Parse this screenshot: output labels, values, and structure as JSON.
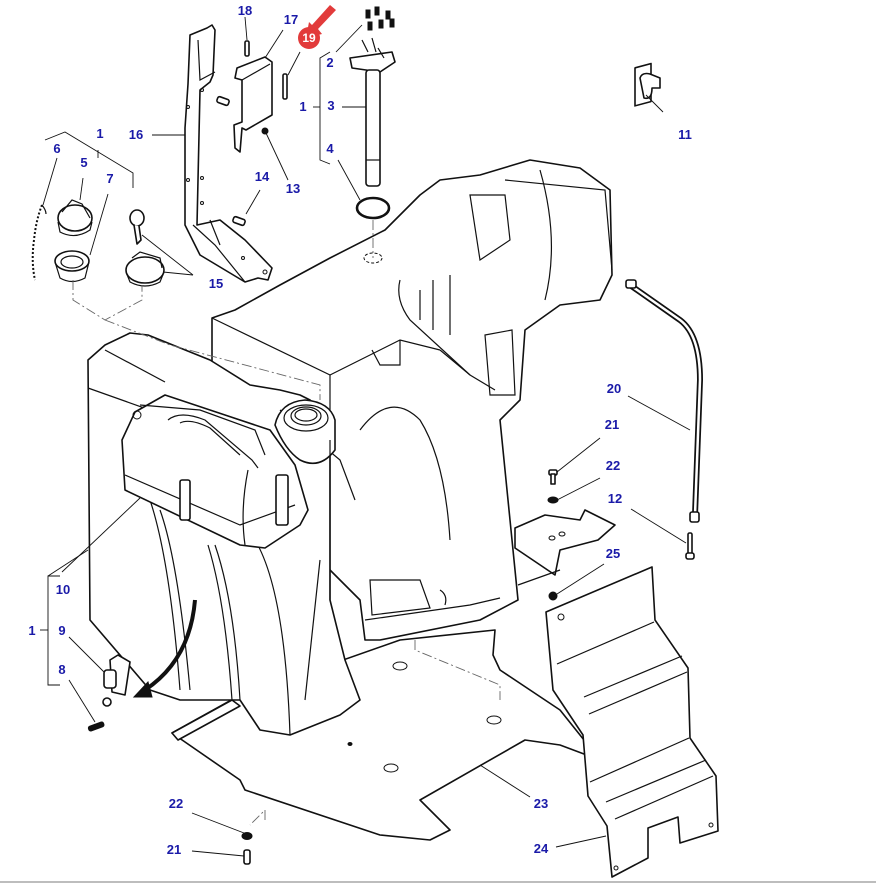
{
  "diagram": {
    "type": "exploded-parts-diagram",
    "subject": "Fuel tank assembly with sender unit, caps, brackets, strap and floor plates",
    "label_color": "#1a1aa8",
    "highlight_color": "#e23b3b",
    "highlighted_part": "19",
    "callouts": {
      "c1a": "1",
      "c1b": "1",
      "c1c": "1",
      "c2": "2",
      "c3": "3",
      "c4": "4",
      "c5": "5",
      "c6": "6",
      "c7": "7",
      "c8": "8",
      "c9": "9",
      "c10": "10",
      "c11": "11",
      "c12": "12",
      "c13": "13",
      "c14": "14",
      "c15": "15",
      "c16": "16",
      "c17": "17",
      "c18": "18",
      "c19": "19",
      "c20": "20",
      "c21a": "21",
      "c21b": "21",
      "c22a": "22",
      "c22b": "22",
      "c23": "23",
      "c24": "24",
      "c25": "25"
    }
  }
}
